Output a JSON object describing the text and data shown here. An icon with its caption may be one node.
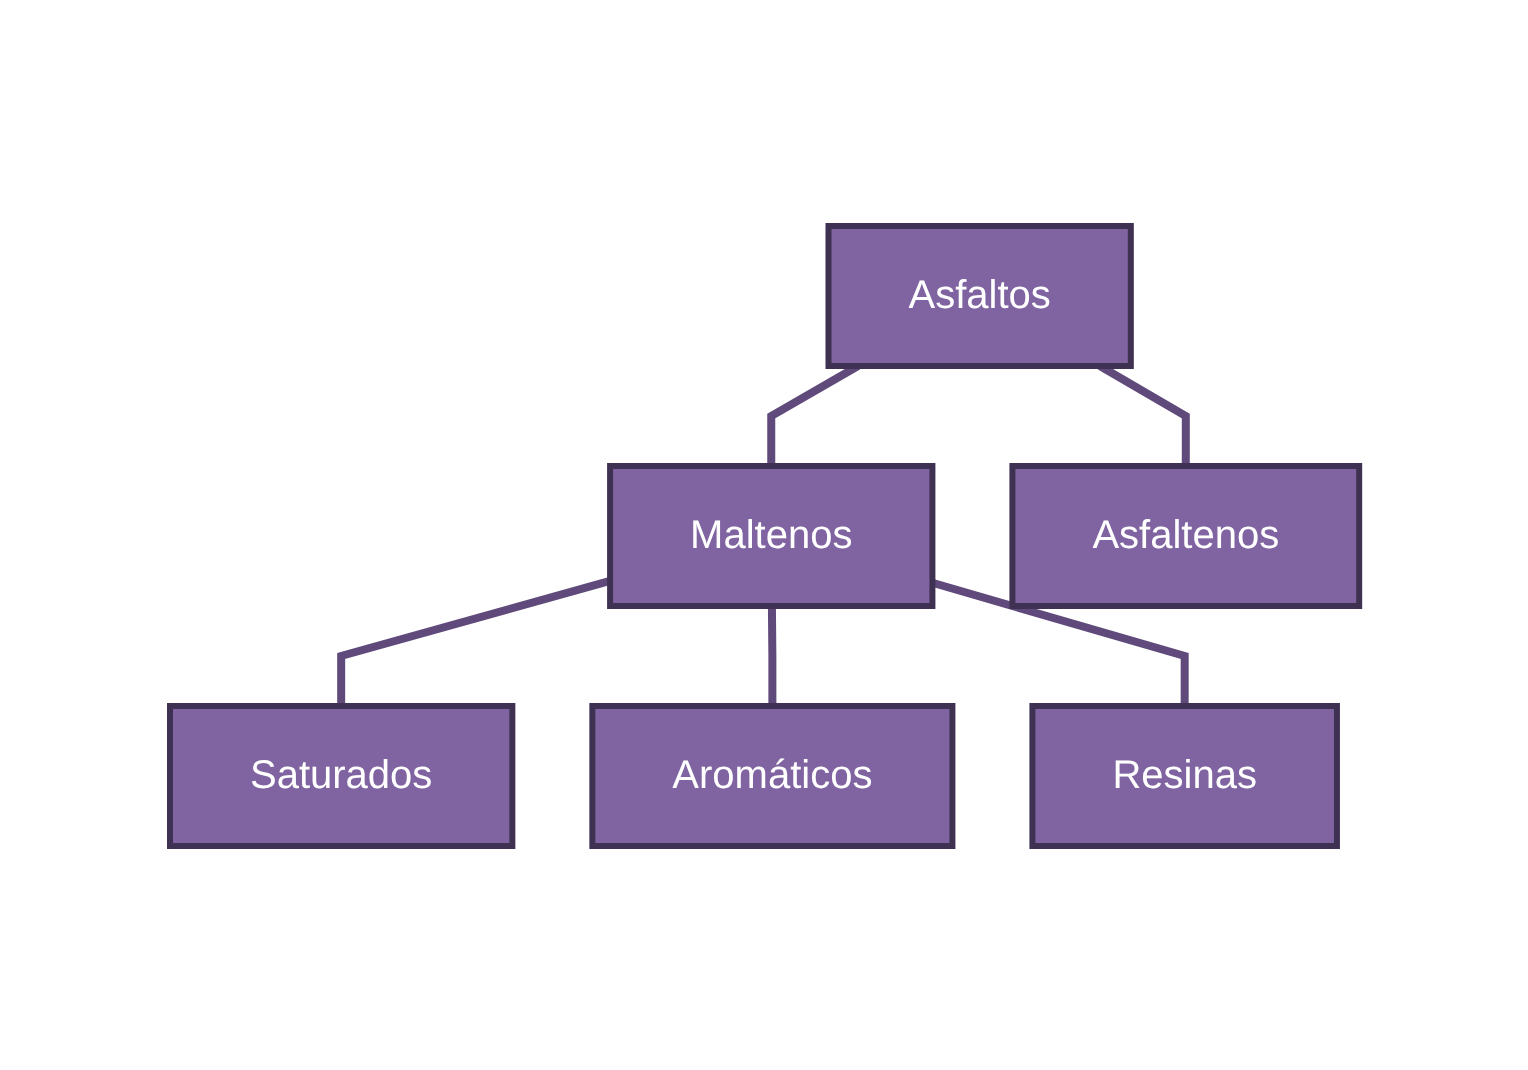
{
  "diagram": {
    "nodes": [
      {
        "text": [
          "Asfaltos"
        ]
      },
      {
        "text": [
          "Maltenos"
        ]
      },
      {
        "text": [
          "Asfaltenos"
        ]
      },
      {
        "text": [
          "Saturados"
        ]
      },
      {
        "text": [
          "Aromáticos"
        ]
      },
      {
        "text": [
          "Resinas"
        ]
      }
    ],
    "edges": [
      {
        "from": 0,
        "to": 1,
        "arrow": "none"
      },
      {
        "from": 0,
        "to": 2,
        "arrow": "none"
      },
      {
        "from": 1,
        "to": 3,
        "arrow": "none"
      },
      {
        "from": 1,
        "to": 4,
        "arrow": "none"
      },
      {
        "from": 1,
        "to": 5,
        "arrow": "none"
      }
    ]
  }
}
